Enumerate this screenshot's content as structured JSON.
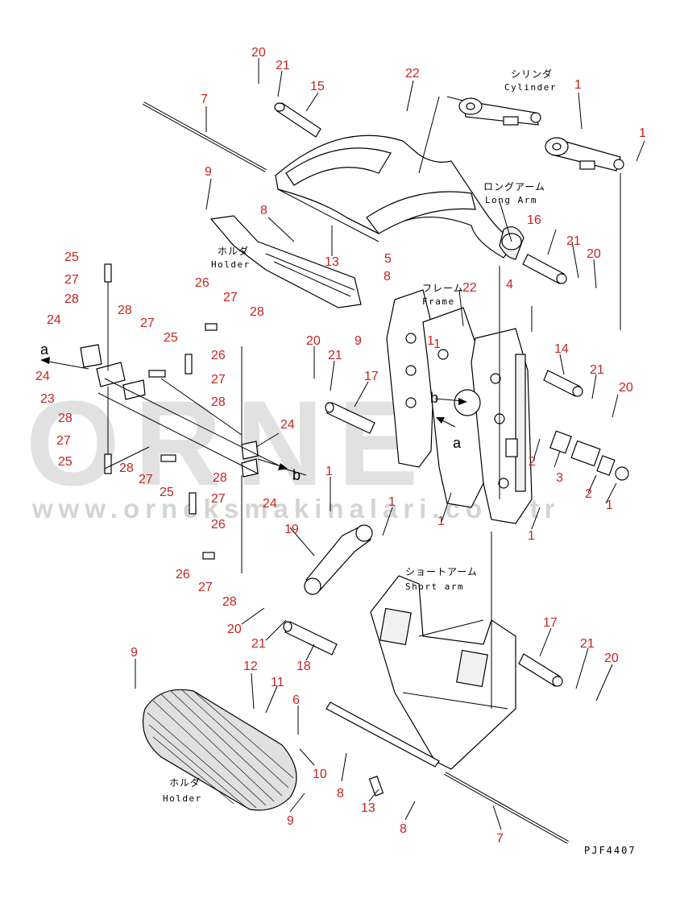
{
  "watermark": {
    "brand": "ORNEK",
    "url": "www.orneksmakinalari.com.tr"
  },
  "drawing_code": "PJF4407",
  "labels": {
    "cylinder_jp": "シリンダ",
    "cylinder_en": "Cylinder",
    "long_arm_jp": "ロングアーム",
    "long_arm_en": "Long Arm",
    "frame_jp": "フレーム",
    "frame_en": "Frame",
    "holder_top_jp": "ホルダ",
    "holder_top_en": "Holder",
    "short_arm_jp": "ショートアーム",
    "short_arm_en": "Short arm",
    "holder_bottom_jp": "ホルダ",
    "holder_bottom_en": "Holder"
  },
  "arrow_labels": [
    "a",
    "b",
    "a",
    "b"
  ],
  "callouts": [
    "20",
    "21",
    "15",
    "22",
    "1",
    "1",
    "7",
    "9",
    "8",
    "13",
    "5",
    "8",
    "16",
    "21",
    "20",
    "25",
    "27",
    "28",
    "28",
    "24",
    "26",
    "27",
    "28",
    "27",
    "25",
    "26",
    "27",
    "28",
    "24",
    "23",
    "22",
    "20",
    "21",
    "17",
    "14",
    "21",
    "20",
    "4",
    "9",
    "1",
    "28",
    "27",
    "28",
    "25",
    "27",
    "25",
    "28",
    "27",
    "26",
    "24",
    "24",
    "2",
    "3",
    "2",
    "1",
    "1",
    "1",
    "1",
    "1",
    "19",
    "26",
    "27",
    "28",
    "20",
    "21",
    "18",
    "17",
    "21",
    "20",
    "12",
    "11",
    "6",
    "9",
    "10",
    "8",
    "13",
    "8",
    "9",
    "7",
    "1"
  ]
}
